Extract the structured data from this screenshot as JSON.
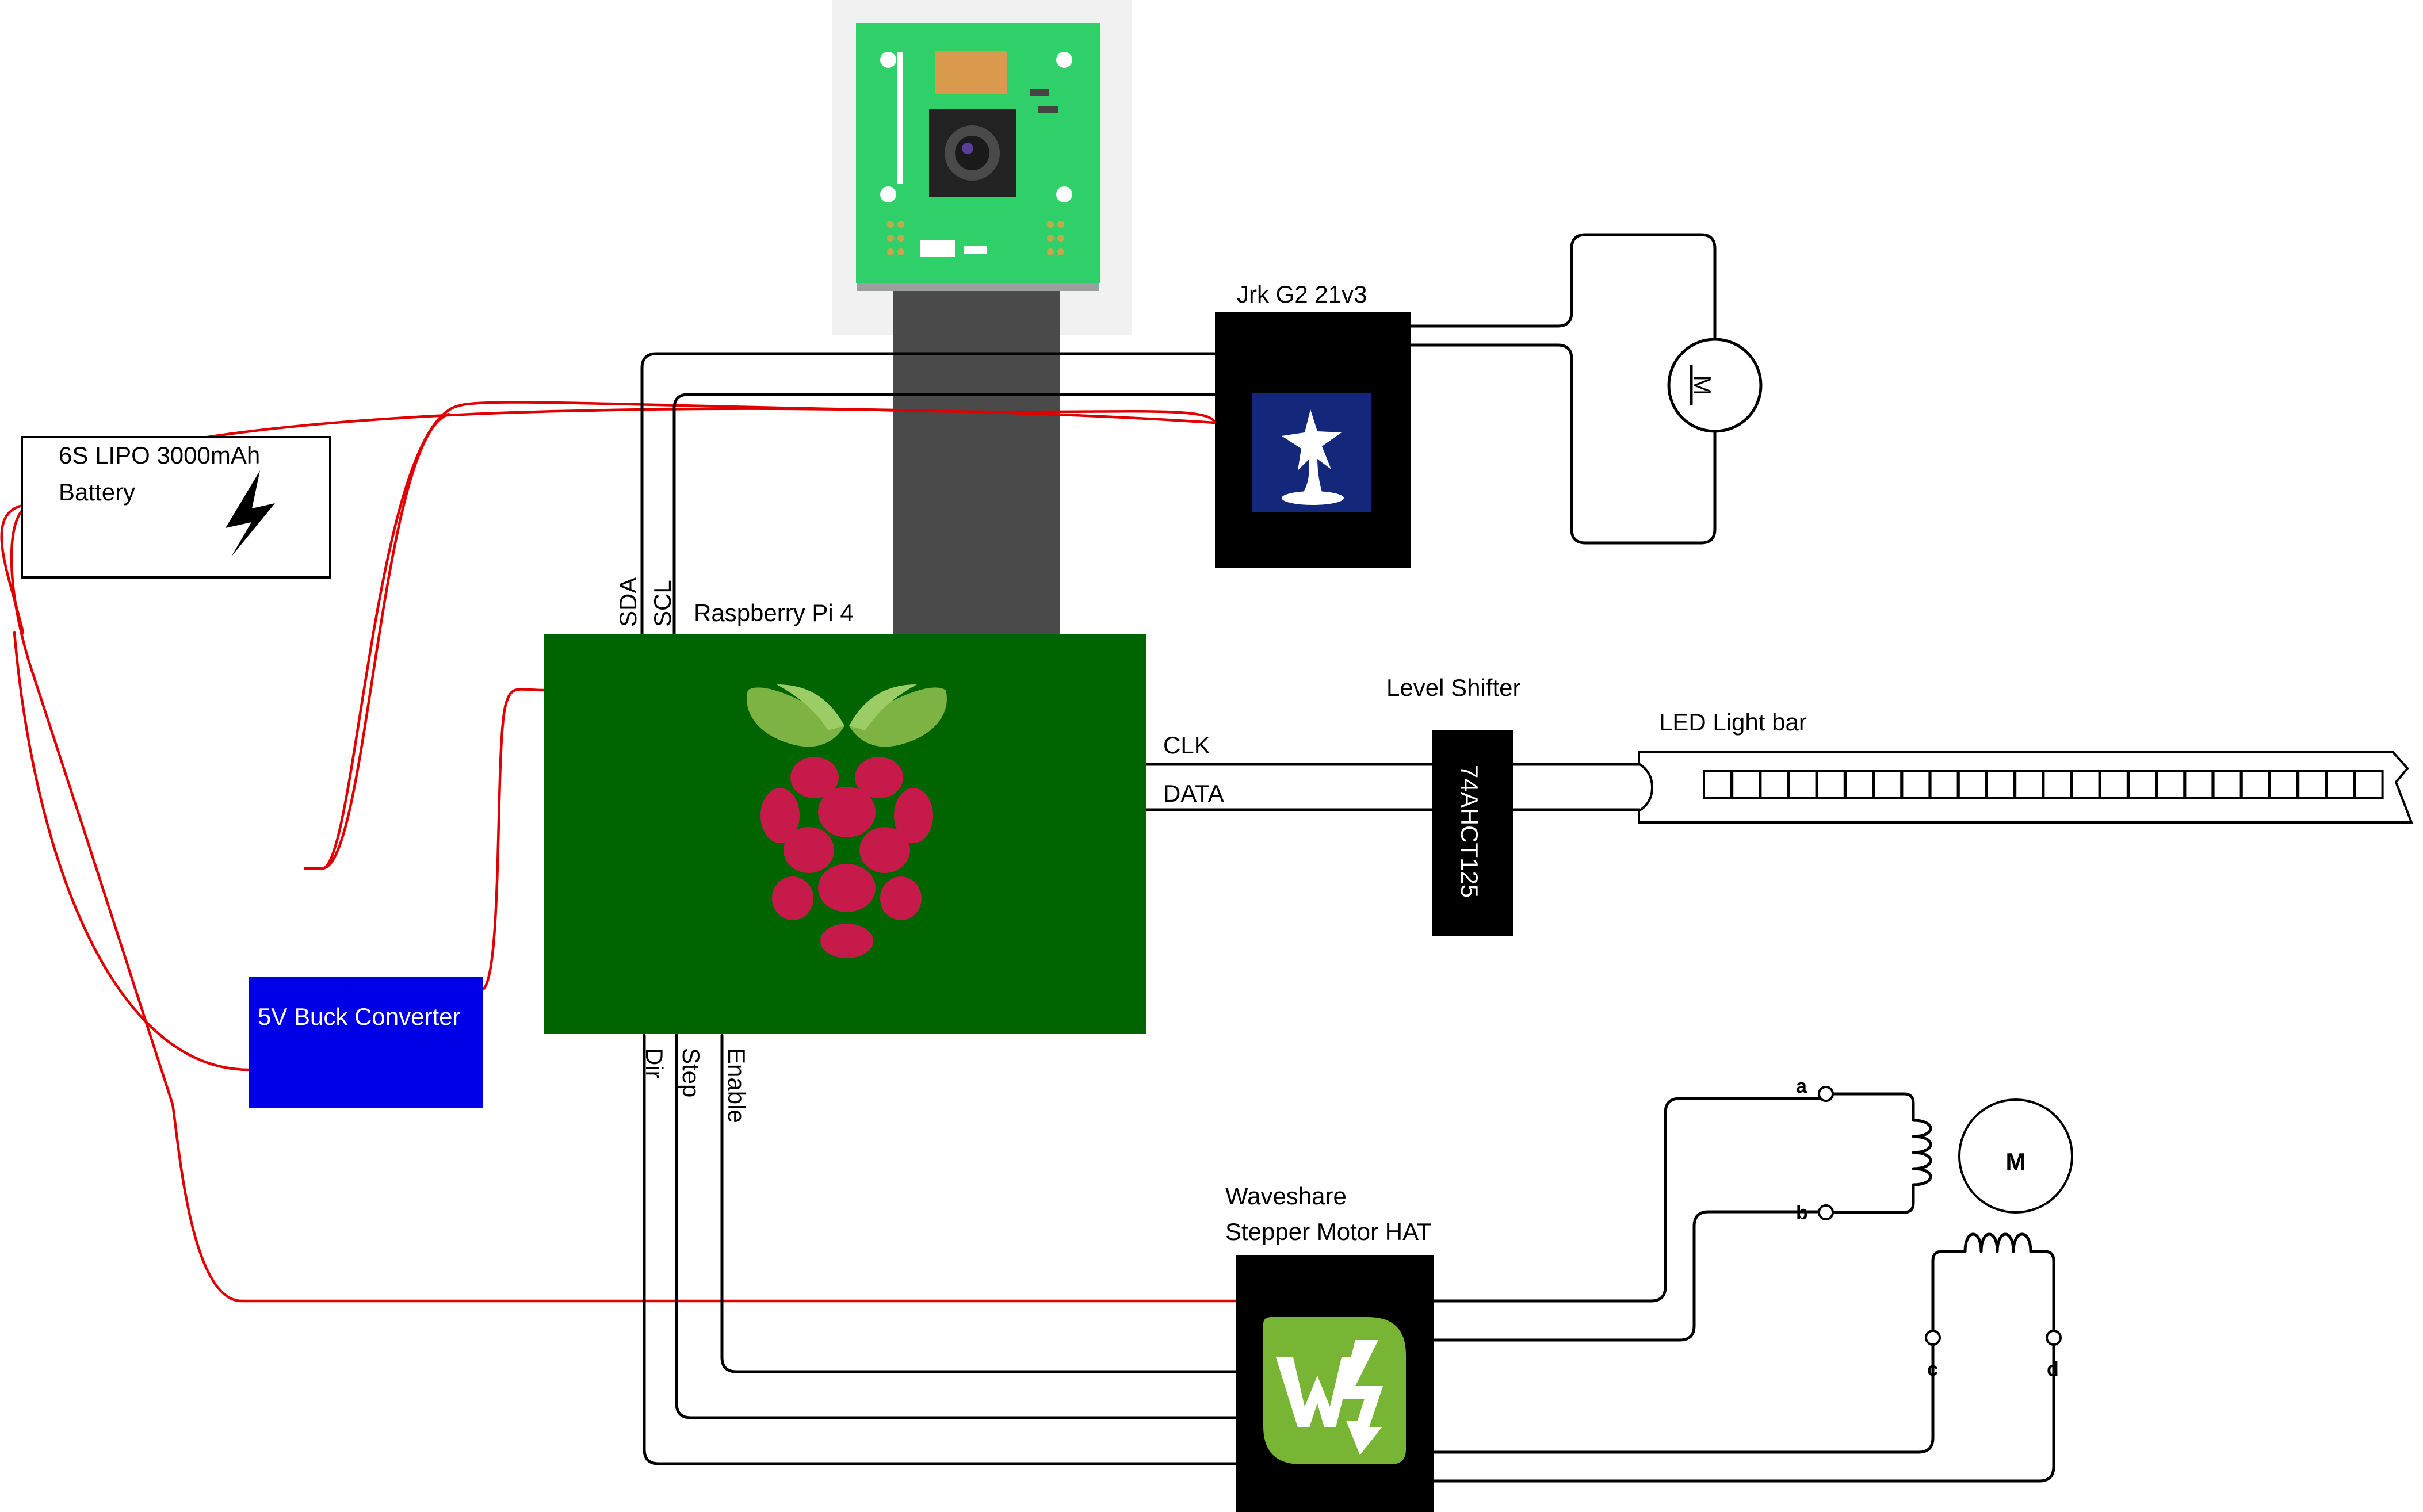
{
  "colors": {
    "power_wire": "#e00000",
    "signal_wire": "#000000",
    "raspberry_pi_board": "#006400",
    "buck_converter": "#0000e6",
    "camera_pcb": "#2fd069",
    "camera_ribbon": "#4a4a4a",
    "pololu_logo_bg": "#13287a",
    "waveshare_logo": "#79b535",
    "raspberry_leaf": "#7cb342",
    "raspberry_fruit": "#c51a4a"
  },
  "icons": [
    "lightning-bolt-icon",
    "raspberry-pi-logo-icon",
    "pololu-logo-icon",
    "waveshare-logo-icon",
    "dc-motor-icon",
    "stepper-motor-icon",
    "coil-icon"
  ],
  "battery": {
    "line1": "6S LIPO 3000mAh",
    "line2": "Battery"
  },
  "buck_converter": {
    "label": "5V Buck Converter"
  },
  "raspberry_pi": {
    "label": "Raspberry Pi 4",
    "pins_top": [
      "SDA",
      "SCL"
    ],
    "pins_right": [
      "CLK",
      "DATA"
    ],
    "pins_bottom": [
      "Dir",
      "Step",
      "Enable"
    ]
  },
  "jrk": {
    "label": "Jrk G2 21v3"
  },
  "dc_motor": {
    "symbol": "M"
  },
  "level_shifter": {
    "label": "Level Shifter",
    "chip": "74AHCT125"
  },
  "led_bar": {
    "label": "LED Light bar",
    "segments": 24
  },
  "stepper_hat": {
    "line1": "Waveshare",
    "line2": "Stepper Motor HAT"
  },
  "stepper_motor": {
    "symbol": "M",
    "terminals": [
      "a",
      "b",
      "c",
      "d"
    ]
  }
}
